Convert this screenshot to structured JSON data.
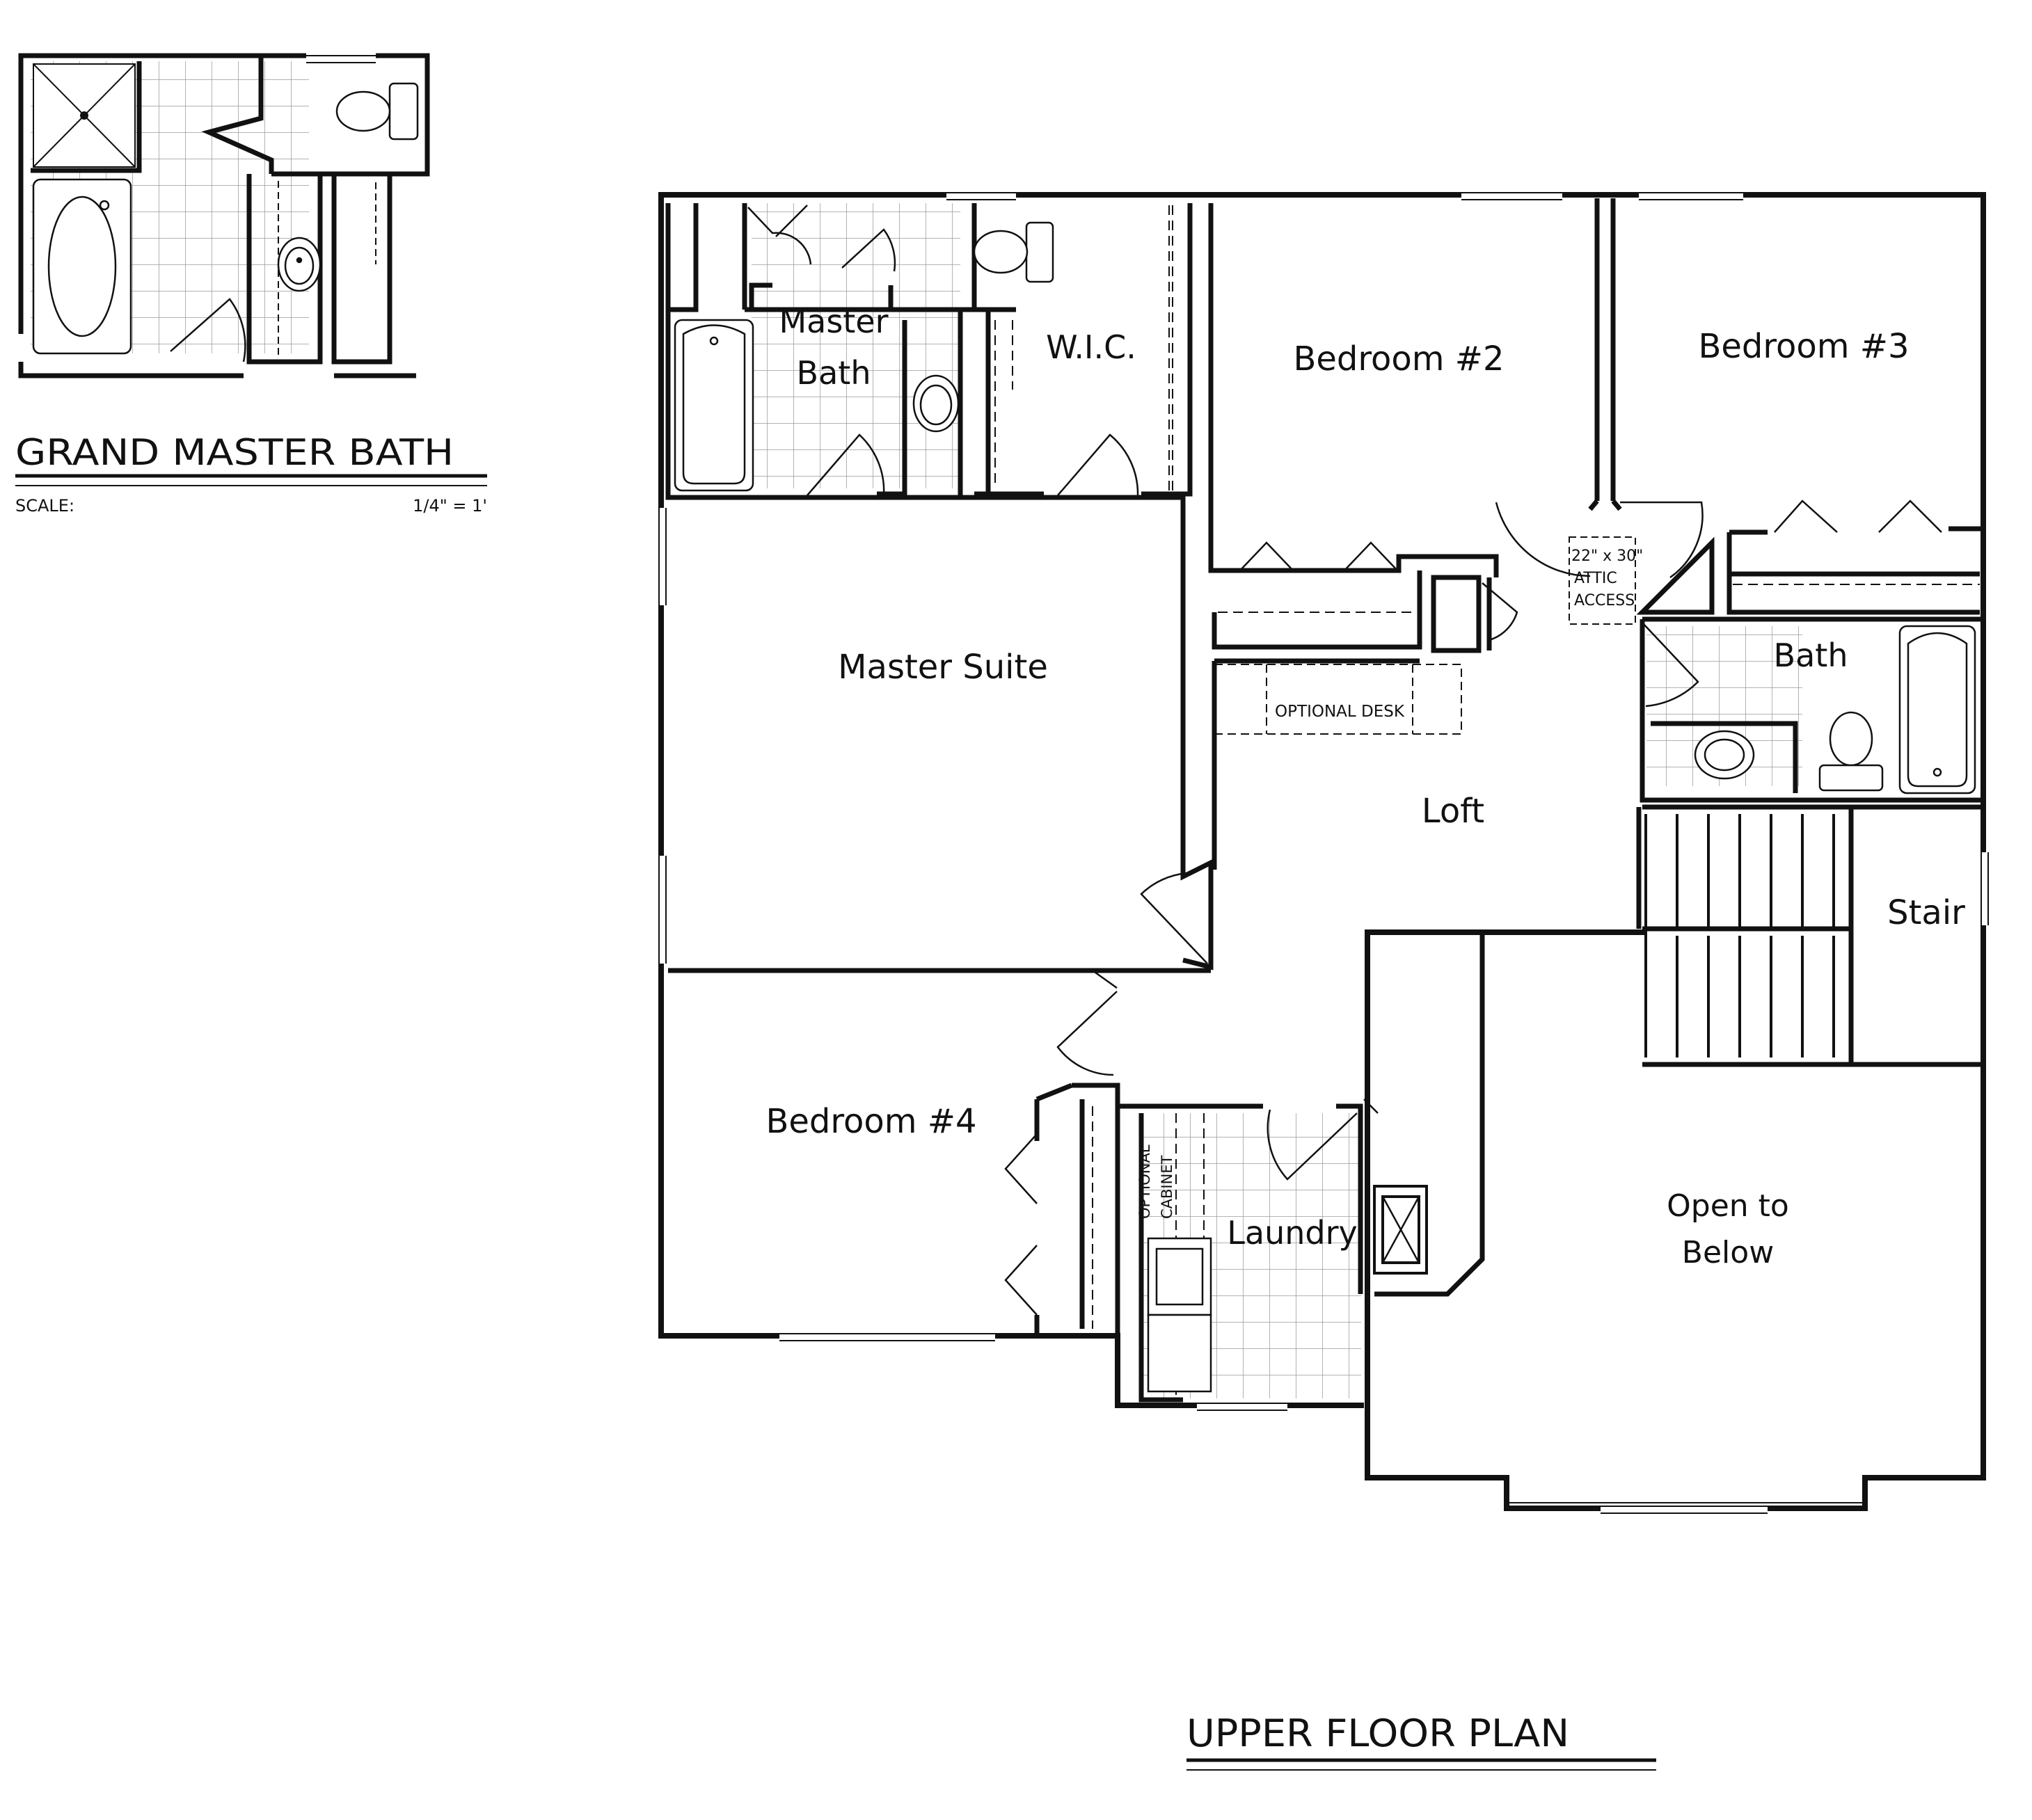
{
  "grand_master_bath": {
    "title": "GRAND MASTER BATH",
    "scale_label": "SCALE:",
    "scale_value": "1/4\" = 1'"
  },
  "upper_floor": {
    "title": "UPPER FLOOR PLAN",
    "rooms": {
      "master_bath_line1": "Master",
      "master_bath_line2": "Bath",
      "wic": "W.I.C.",
      "bedroom2": "Bedroom #2",
      "bedroom3": "Bedroom #3",
      "master_suite": "Master Suite",
      "attic_line1": "22\" x 30\"",
      "attic_line2": "ATTIC",
      "attic_line3": "ACCESS",
      "optional_desk": "OPTIONAL DESK",
      "bath": "Bath",
      "loft": "Loft",
      "stair": "Stair",
      "bedroom4": "Bedroom #4",
      "optional_cabinet_line1": "OPTIONAL",
      "optional_cabinet_line2": "CABINET",
      "laundry": "Laundry",
      "open_to_below_line1": "Open to",
      "open_to_below_line2": "Below"
    }
  }
}
